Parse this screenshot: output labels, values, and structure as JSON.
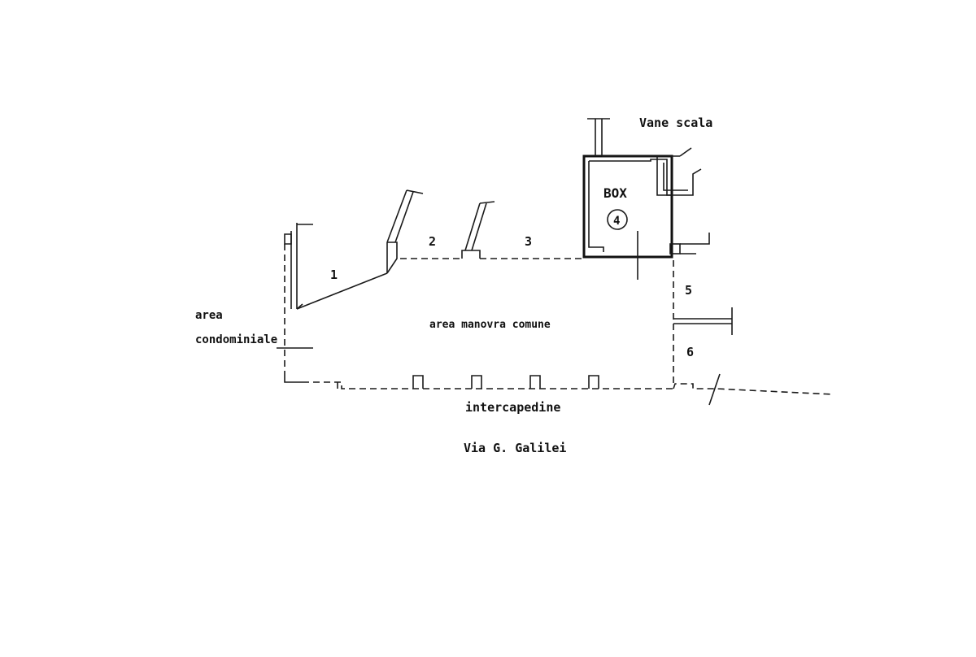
{
  "labels": {
    "vane_scala": "Vane scala",
    "box": "BOX",
    "box_number": "4",
    "space_1": "1",
    "space_2": "2",
    "space_3": "3",
    "space_5": "5",
    "space_6": "6",
    "area_condominiale_line1": "area",
    "area_condominiale_line2": "condominiale",
    "area_manovra": "area manovra comune",
    "intercapedine": "intercapedine",
    "street": "Via G. Galilei"
  }
}
